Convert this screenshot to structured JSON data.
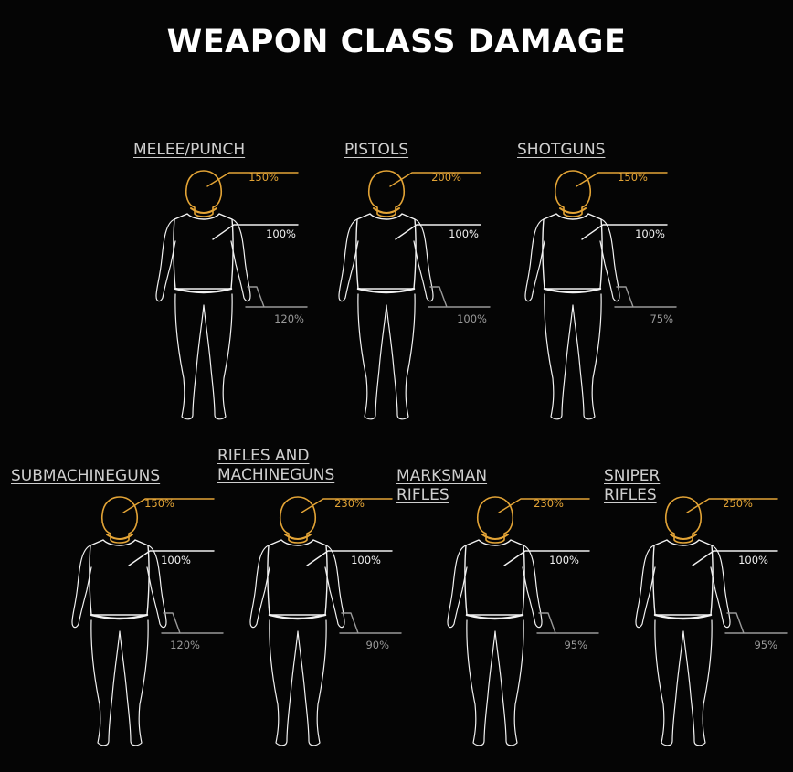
{
  "title": "WEAPON CLASS DAMAGE",
  "colors": {
    "background": "#050505",
    "head": "#e3a436",
    "body": "#f2f2f2",
    "legs": "#9a9a9a"
  },
  "classes": [
    {
      "label": "MELEE/PUNCH",
      "head": "150%",
      "body": "100%",
      "legs": "120%"
    },
    {
      "label": "PISTOLS",
      "head": "200%",
      "body": "100%",
      "legs": "100%"
    },
    {
      "label": "SHOTGUNS",
      "head": "150%",
      "body": "100%",
      "legs": "75%"
    },
    {
      "label": "SUBMACHINEGUNS",
      "head": "150%",
      "body": "100%",
      "legs": "120%"
    },
    {
      "label": "RIFLES AND\nMACHINEGUNS",
      "head": "230%",
      "body": "100%",
      "legs": "90%"
    },
    {
      "label": "MARKSMAN RIFLES",
      "head": "230%",
      "body": "100%",
      "legs": "95%"
    },
    {
      "label": "SNIPER RIFLES",
      "head": "250%",
      "body": "100%",
      "legs": "95%"
    }
  ]
}
